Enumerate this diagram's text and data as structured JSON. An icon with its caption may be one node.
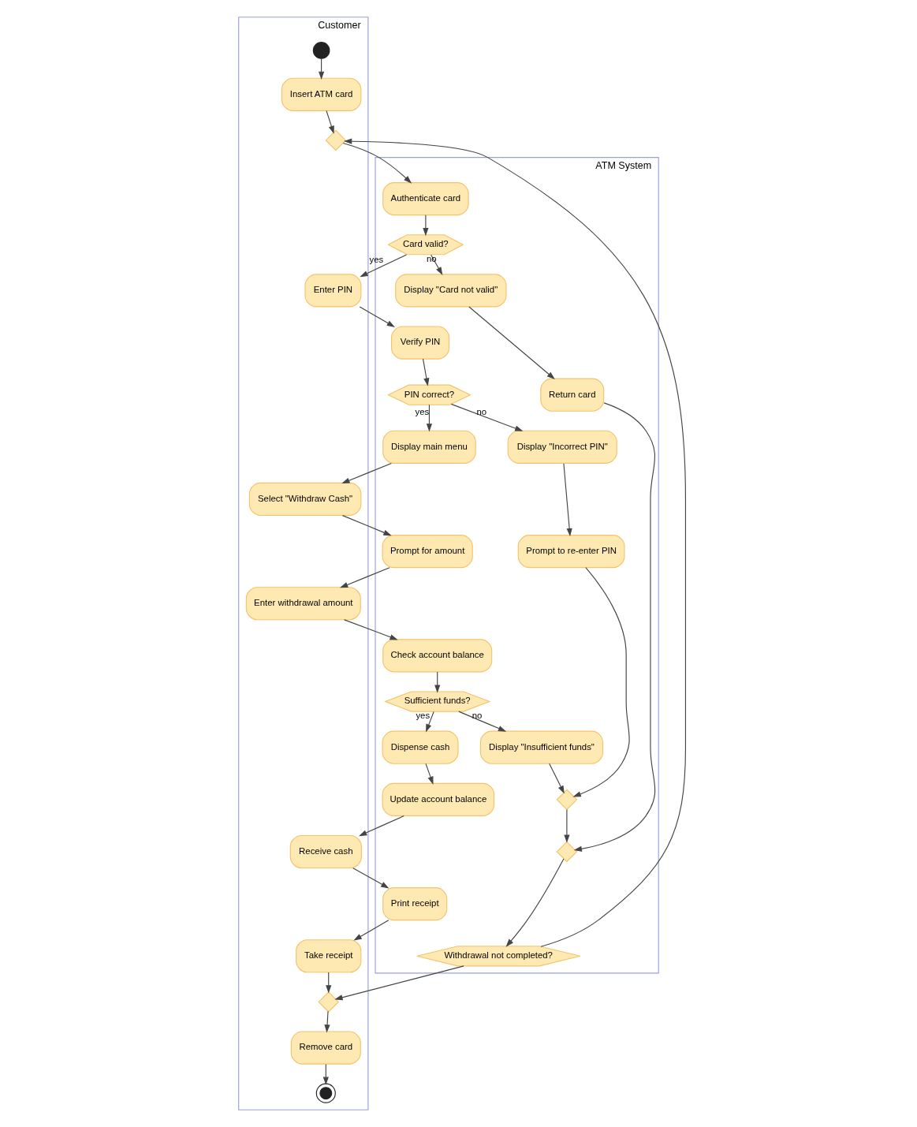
{
  "diagram": {
    "nodes": [
      {
        "text": [
          "Customer"
        ]
      },
      {
        "text": [
          "ATM System"
        ]
      },
      {
        "text": [],
        "shape": "circle",
        "in": 0
      },
      {
        "text": [
          "Insert ATM card"
        ],
        "in": 0
      },
      {
        "text": [],
        "shape": "diamond",
        "in": 0
      },
      {
        "text": [
          "Authenticate card"
        ],
        "in": 1
      },
      {
        "text": [
          "Card valid?"
        ],
        "in": 1
      },
      {
        "text": [
          "Enter PIN"
        ],
        "in": 0
      },
      {
        "text": [
          "Display \"Card not valid\""
        ],
        "in": 1
      },
      {
        "text": [
          "Verify PIN"
        ],
        "in": 1
      },
      {
        "text": [
          "Return card"
        ],
        "in": 1
      },
      {
        "text": [
          "PIN correct?"
        ],
        "in": 1
      },
      {
        "text": [
          "Display main menu"
        ],
        "in": 1
      },
      {
        "text": [
          "Display \"Incorrect PIN\""
        ],
        "in": 1
      },
      {
        "text": [
          "Select \"Withdraw Cash\""
        ],
        "in": 0
      },
      {
        "text": [
          "Prompt to re-enter PIN"
        ],
        "in": 1
      },
      {
        "text": [
          "Prompt for amount"
        ],
        "in": 1
      },
      {
        "text": [
          "Enter withdrawal amount"
        ],
        "in": 0
      },
      {
        "text": [
          "Check account balance"
        ],
        "in": 1
      },
      {
        "text": [
          "Sufficient funds?"
        ],
        "in": 1
      },
      {
        "text": [
          "Dispense cash"
        ],
        "in": 1
      },
      {
        "text": [
          "Display \"Insufficient funds\""
        ],
        "in": 1
      },
      {
        "text": [
          "Update account balance"
        ],
        "in": 1
      },
      {
        "text": [
          "Receive cash"
        ],
        "in": 0
      },
      {
        "text": [
          "Print receipt"
        ],
        "in": 1
      },
      {
        "text": [
          "Take receipt"
        ],
        "in": 0
      },
      {
        "text": [],
        "shape": "diamond",
        "in": 1
      },
      {
        "text": [],
        "shape": "diamond",
        "in": 1
      },
      {
        "text": [
          "Withdrawal not completed?"
        ],
        "in": 1
      },
      {
        "text": [],
        "shape": "diamond",
        "in": 0
      },
      {
        "text": [
          "Remove card"
        ],
        "in": 0
      },
      {
        "text": [],
        "shape": "circle",
        "in": 0
      }
    ],
    "edges": [
      {
        "from": 2,
        "to": 3,
        "arrow": "to"
      },
      {
        "from": 3,
        "to": 4,
        "arrow": "to"
      },
      {
        "from": 4,
        "to": 5,
        "arrow": "to"
      },
      {
        "from": 5,
        "to": 6,
        "arrow": "to"
      },
      {
        "from": 6,
        "to": 7,
        "arrow": "to",
        "label": "yes"
      },
      {
        "from": 6,
        "to": 8,
        "arrow": "to",
        "label": "no"
      },
      {
        "from": 7,
        "to": 9,
        "arrow": "to"
      },
      {
        "from": 8,
        "to": 10,
        "arrow": "to"
      },
      {
        "from": 9,
        "to": 11,
        "arrow": "to"
      },
      {
        "from": 11,
        "to": 12,
        "arrow": "to",
        "label": "yes"
      },
      {
        "from": 11,
        "to": 13,
        "arrow": "to",
        "label": "no"
      },
      {
        "from": 12,
        "to": 14,
        "arrow": "to"
      },
      {
        "from": 13,
        "to": 15,
        "arrow": "to"
      },
      {
        "from": 14,
        "to": 16,
        "arrow": "to"
      },
      {
        "from": 16,
        "to": 17,
        "arrow": "to"
      },
      {
        "from": 17,
        "to": 18,
        "arrow": "to"
      },
      {
        "from": 18,
        "to": 19,
        "arrow": "to"
      },
      {
        "from": 19,
        "to": 20,
        "arrow": "to",
        "label": "yes"
      },
      {
        "from": 19,
        "to": 21,
        "arrow": "to",
        "label": "no"
      },
      {
        "from": 20,
        "to": 22,
        "arrow": "to"
      },
      {
        "from": 22,
        "to": 23,
        "arrow": "to"
      },
      {
        "from": 23,
        "to": 24,
        "arrow": "to"
      },
      {
        "from": 24,
        "to": 25,
        "arrow": "to"
      },
      {
        "from": 21,
        "to": 26,
        "arrow": "to"
      },
      {
        "from": 15,
        "to": 26,
        "arrow": "to"
      },
      {
        "from": 26,
        "to": 27,
        "arrow": "to"
      },
      {
        "from": 10,
        "to": 27,
        "arrow": "to"
      },
      {
        "from": 27,
        "to": 28,
        "arrow": "to"
      },
      {
        "from": 28,
        "to": 4,
        "arrow": "to"
      },
      {
        "from": 28,
        "to": 29,
        "arrow": "to"
      },
      {
        "from": 25,
        "to": 29,
        "arrow": "to"
      },
      {
        "from": 29,
        "to": 30,
        "arrow": "to"
      },
      {
        "from": 30,
        "to": 31,
        "arrow": "to"
      }
    ]
  }
}
